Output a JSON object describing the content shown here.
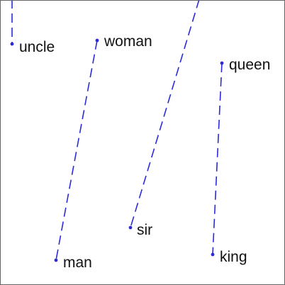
{
  "line_color": "#2b2bd9",
  "text_color": "#111111",
  "words": {
    "uncle": "uncle",
    "woman": "woman",
    "queen": "queen",
    "sir": "sir",
    "man": "man",
    "king": "king"
  }
}
